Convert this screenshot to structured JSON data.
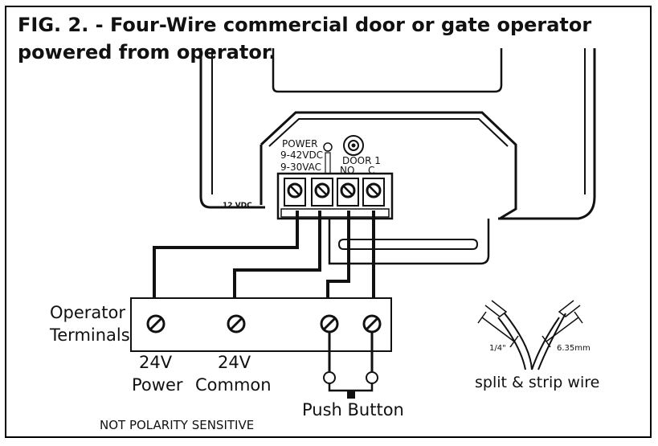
{
  "figure": {
    "title": "FIG. 2. - Four-Wire commercial door or gate operator powered from operator.",
    "device": {
      "power_label": "POWER",
      "voltage_dc": "9-42VDC",
      "voltage_ac": "9-30VAC",
      "door_label": "DOOR 1",
      "no_label": "NO",
      "c_label": "C",
      "side_label": "12 VDC"
    },
    "terminal_block": {
      "label_line1": "Operator",
      "label_line2": "Terminals",
      "terminals": [
        {
          "line1": "24V",
          "line2": "Power"
        },
        {
          "line1": "24V",
          "line2": "Common"
        }
      ]
    },
    "push_button_label": "Push Button",
    "strip_inset": {
      "inch_label": "1/4\"",
      "mm_label": "6.35mm",
      "caption": "split & strip wire"
    },
    "footer_note": "NOT POLARITY SENSITIVE"
  }
}
